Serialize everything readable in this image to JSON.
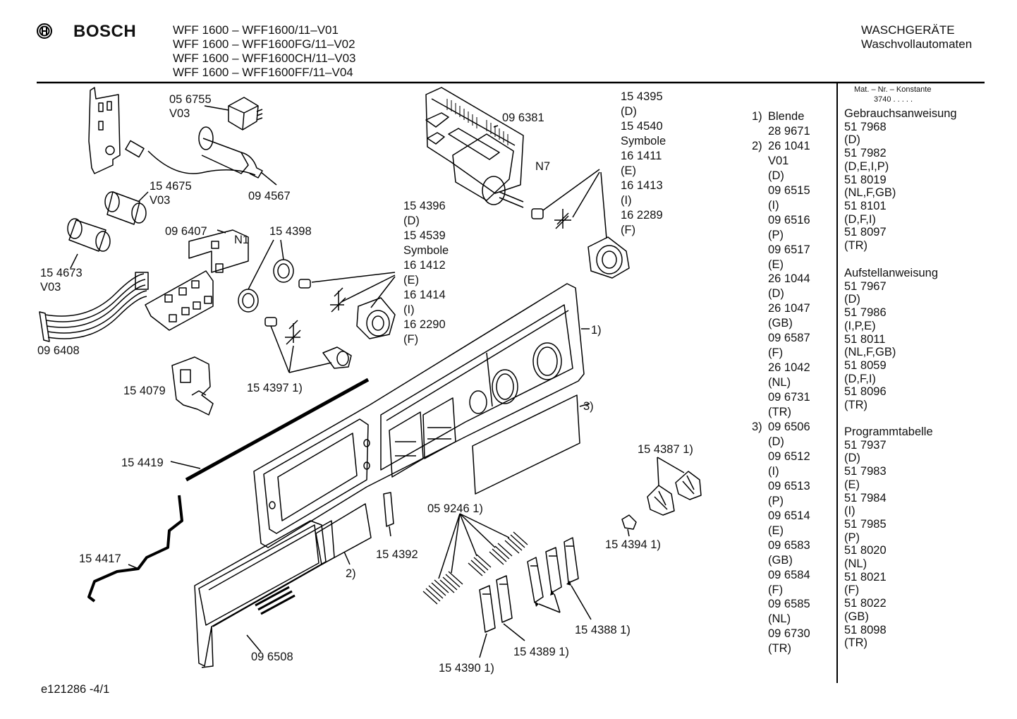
{
  "header": {
    "brand": "BOSCH",
    "models": [
      "WFF 1600 – WFF1600/11–V01",
      "WFF 1600 – WFF1600FG/11–V02",
      "WFF 1600 – WFF1600CH/11–V03",
      "WFF 1600 – WFF1600FF/11–V04"
    ],
    "category": "WASCHGERÄTE",
    "subcategory": "Waschvollautomaten"
  },
  "part_labels": {
    "p056755": "05 6755",
    "p056755_v": "V03",
    "p094567": "09 4567",
    "p154675": "15 4675",
    "p154675_v": "V03",
    "p096407": "09 6407",
    "n1": "N1",
    "p154398": "15 4398",
    "p154673": "15 4673",
    "p154673_v": "V03",
    "p096408": "09 6408",
    "p154079": "15 4079",
    "p1543971": "15 4397 1)",
    "p154419": "15 4419",
    "p154417": "15 4417",
    "p096381": "09 6381",
    "n7": "N7",
    "ref1": "1)",
    "ref3": "3)",
    "ref2": "2)",
    "p154392": "15 4392",
    "p0592461": "05 9246 1)",
    "p1543871": "15 4387 1)",
    "p1543941": "15 4394 1)",
    "p1543881": "15 4388 1)",
    "p1543891": "15 4389 1)",
    "p1543901": "15 4390 1)",
    "p096508": "09 6508"
  },
  "list_154396": [
    "15 4396",
    "(D)",
    "15 4539",
    "Symbole",
    "16 1412",
    "(E)",
    "16 1414",
    "(I)",
    "16 2290",
    "(F)"
  ],
  "list_154395": [
    "15 4395",
    "(D)",
    "15 4540",
    "Symbole",
    "16 1411",
    "(E)",
    "16 1413",
    "(I)",
    "16 2289",
    "(F)"
  ],
  "refs": {
    "marker1": "1)",
    "marker2": "2)",
    "marker3": "3)",
    "blende": [
      "Blende",
      "28 9671"
    ],
    "list2": [
      "26 1041",
      "V01",
      "(D)",
      "09 6515",
      "(I)",
      "09 6516",
      "(P)",
      "09 6517",
      "(E)",
      "26 1044",
      "(D)",
      "26 1047",
      "(GB)",
      "09 6587",
      "(F)",
      "26 1042",
      "(NL)",
      "09 6731",
      "(TR)"
    ],
    "list3": [
      "09 6506",
      "(D)",
      "09 6512",
      "(I)",
      "09 6513",
      "(P)",
      "09 6514",
      "(E)",
      "09 6583",
      "(GB)",
      "09 6584",
      "(F)",
      "09 6585",
      "(NL)",
      "09 6730",
      "(TR)"
    ]
  },
  "docs": {
    "mat_label": "Mat. – Nr. – Konstante",
    "mat_value": "3740 .  .  .  .  .",
    "gebrauch_title": "Gebrauchsanweisung",
    "gebrauch": [
      "51 7968",
      "(D)",
      "51 7982",
      "(D,E,I,P)",
      "51 8019",
      "(NL,F,GB)",
      "51 8101",
      "(D,F,I)",
      "51 8097",
      "(TR)"
    ],
    "aufstell_title": "Aufstellanweisung",
    "aufstell": [
      "51 7967",
      "(D)",
      "51 7986",
      "(I,P,E)",
      "51 8011",
      "(NL,F,GB)",
      "51 8059",
      "(D,F,I)",
      "51 8096",
      "(TR)"
    ],
    "programm_title": "Programmtabelle",
    "programm": [
      "51 7937",
      "(D)",
      "51 7983",
      "(E)",
      "51 7984",
      "(I)",
      "51 7985",
      "(P)",
      "51 8020",
      "(NL)",
      "51 8021",
      "(F)",
      "51 8022",
      "(GB)",
      "51 8098",
      "(TR)"
    ]
  },
  "footer": {
    "code": "e121286 -4/1"
  }
}
